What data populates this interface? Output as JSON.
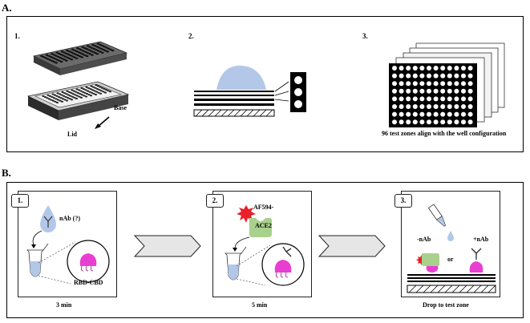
{
  "panel_a": {
    "label": "A.",
    "steps": [
      {
        "number": "1.",
        "base_label": "Base",
        "lid_label": "Lid"
      },
      {
        "number": "2."
      },
      {
        "number": "3.",
        "caption": "96 test zones align with the well configuration"
      }
    ]
  },
  "panel_b": {
    "label": "B.",
    "steps": [
      {
        "number": "1.",
        "nab_label": "nAb (?)",
        "rbd_label": "RBD-CBD",
        "time": "3 min"
      },
      {
        "number": "2.",
        "af_label": "AF594-",
        "ace_label": "ACE2",
        "time": "5 min"
      },
      {
        "number": "3.",
        "minus_label": "-nAb",
        "plus_label": "+nAb",
        "or_label": "or",
        "caption": "Drop to test zone"
      }
    ]
  },
  "colors": {
    "droplet": "#b3c7e8",
    "ace2": "#a9d18e",
    "rbd": "#e83fd2",
    "dye": "#e8202a",
    "arrow_fill": "#e6e6e6"
  }
}
